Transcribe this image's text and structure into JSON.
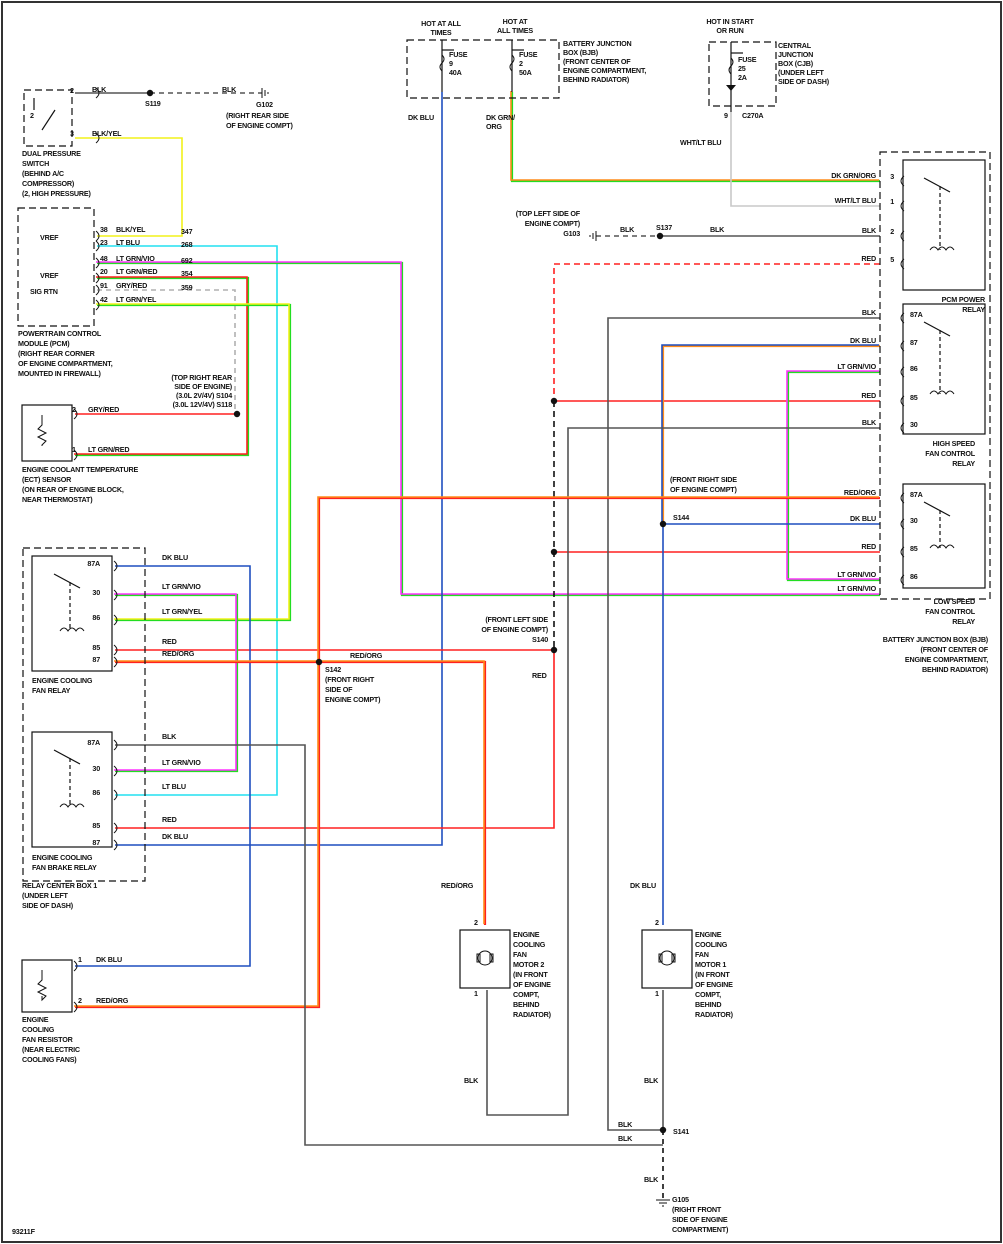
{
  "colors": {
    "BLK": "#555555",
    "DK_BLU": "#1f4fbf",
    "LT_BLU": "#22e0f0",
    "RED": "#ff2020",
    "ORG": "#ff8c1a",
    "YEL": "#f2f21a",
    "GRN": "#22dd22",
    "VIO": "#ff33ff",
    "GRY": "#b0b0b0",
    "WHT": "#c8c8c8"
  },
  "fuse_box_bjb": {
    "hot1": "HOT AT ALL TIMES",
    "hot2": "HOT AT ALL TIMES",
    "fuse1": [
      "FUSE",
      "9",
      "40A"
    ],
    "fuse2": [
      "FUSE",
      "2",
      "50A"
    ],
    "desc": [
      "BATTERY JUNCTION",
      "BOX (BJB)",
      "(FRONT CENTER OF",
      "ENGINE COMPARTMENT,",
      "BEHIND RADIATOR)"
    ],
    "wire1": "DK BLU",
    "wire2": [
      "DK GRN/",
      "ORG"
    ]
  },
  "fuse_box_cjb": {
    "hot": [
      "HOT IN START",
      "OR RUN"
    ],
    "fuse": [
      "FUSE",
      "25",
      "2A"
    ],
    "desc": [
      "CENTRAL",
      "JUNCTION",
      "BOX (CJB)",
      "(UNDER LEFT",
      "SIDE OF DASH)"
    ],
    "pin": "9",
    "connector": "C270A",
    "wire": "WHT/LT BLU"
  },
  "dual_pressure_switch": {
    "pins": [
      "2",
      "3"
    ],
    "inner": "2",
    "wires": [
      "BLK",
      "BLK/YEL"
    ],
    "splice": "S119",
    "ground": "G102",
    "ground_desc": [
      "(RIGHT REAR SIDE",
      "OF ENGINE COMPT)"
    ],
    "desc": [
      "DUAL PRESSURE",
      "SWITCH",
      "(BEHIND A/C",
      "COMPRESSOR)",
      "(2, HIGH PRESSURE)"
    ]
  },
  "pcm": {
    "labels": [
      "VREF",
      "VREF",
      "SIG RTN"
    ],
    "pins": [
      {
        "pin": "38",
        "wire": "BLK/YEL",
        "circuit": "347"
      },
      {
        "pin": "23",
        "wire": "LT BLU",
        "circuit": "268"
      },
      {
        "pin": "48",
        "wire": "LT GRN/VIO",
        "circuit": "692"
      },
      {
        "pin": "20",
        "wire": "LT GRN/RED",
        "circuit": "354"
      },
      {
        "pin": "91",
        "wire": "GRY/RED",
        "circuit": "359"
      },
      {
        "pin": "42",
        "wire": "LT GRN/YEL",
        "circuit": ""
      }
    ],
    "desc": [
      "POWERTRAIN CONTROL",
      "MODULE (PCM)",
      "(RIGHT REAR CORNER",
      "OF ENGINE COMPARTMENT,",
      "MOUNTED IN FIREWALL)"
    ]
  },
  "splice_s104": [
    "(TOP RIGHT REAR",
    "SIDE OF ENGINE)",
    "(3.0L 2V/4V) S104",
    "(3.0L 12V/4V) S118"
  ],
  "ect_sensor": {
    "pins": [
      {
        "pin": "2",
        "wire": "GRY/RED"
      },
      {
        "pin": "1",
        "wire": "LT GRN/RED"
      }
    ],
    "desc": [
      "ENGINE COOLANT TEMPERATURE",
      "(ECT) SENSOR",
      "(ON REAR OF ENGINE BLOCK,",
      "NEAR THERMOSTAT)"
    ]
  },
  "fan_relay": {
    "pins": [
      {
        "pin": "87A",
        "wire": "DK BLU"
      },
      {
        "pin": "30",
        "wire": "LT GRN/VIO"
      },
      {
        "pin": "86",
        "wire": "LT GRN/YEL"
      },
      {
        "pin": "85",
        "wire": "RED"
      },
      {
        "pin": "87",
        "wire": "RED/ORG"
      }
    ],
    "desc": [
      "ENGINE COOLING",
      "FAN RELAY"
    ]
  },
  "brake_relay": {
    "pins": [
      {
        "pin": "87A",
        "wire": "BLK"
      },
      {
        "pin": "30",
        "wire": "LT GRN/VIO"
      },
      {
        "pin": "86",
        "wire": "LT BLU"
      },
      {
        "pin": "85",
        "wire": "RED"
      },
      {
        "pin": "87",
        "wire": "DK BLU"
      }
    ],
    "desc": [
      "ENGINE COOLING",
      "FAN BRAKE RELAY"
    ]
  },
  "relay_center": [
    "RELAY CENTER BOX 1",
    "(UNDER LEFT",
    "SIDE OF DASH)"
  ],
  "fan_resistor": {
    "pins": [
      {
        "pin": "1",
        "wire": "DK BLU"
      },
      {
        "pin": "2",
        "wire": "RED/ORG"
      }
    ],
    "desc": [
      "ENGINE",
      "COOLING",
      "FAN RESISTOR",
      "(NEAR ELECTRIC",
      "COOLING FANS)"
    ]
  },
  "pcm_power_relay": {
    "pins": [
      {
        "pin": "3",
        "wire": "DK GRN/ORG"
      },
      {
        "pin": "1",
        "wire": "WHT/LT BLU"
      },
      {
        "pin": "2",
        "wire": "BLK"
      },
      {
        "pin": "5",
        "wire": "RED"
      }
    ],
    "desc": [
      "PCM POWER",
      "RELAY"
    ],
    "ground": "G103",
    "splice": "S137",
    "wire_a": "BLK",
    "wire_b": "BLK",
    "ground_desc": [
      "(TOP LEFT SIDE OF",
      "ENGINE COMPT)"
    ]
  },
  "high_speed_relay": {
    "pins": [
      {
        "pin": "87A",
        "wire": "BLK"
      },
      {
        "pin": "87",
        "wire": "DK BLU"
      },
      {
        "pin": "86",
        "wire": "LT GRN/VIO"
      },
      {
        "pin": "85",
        "wire": "RED"
      },
      {
        "pin": "30",
        "wire": "BLK"
      }
    ],
    "desc": [
      "HIGH SPEED",
      "FAN CONTROL",
      "RELAY"
    ]
  },
  "low_speed_relay": {
    "pins": [
      {
        "pin": "87A",
        "wire": "RED/ORG"
      },
      {
        "pin": "30",
        "wire": "DK BLU"
      },
      {
        "pin": "85",
        "wire": "RED"
      },
      {
        "pin": "86",
        "wire": "LT GRN/VIO"
      }
    ],
    "extra_wire": "LT GRN/VIO",
    "desc": [
      "LOW SPEED",
      "FAN CONTROL",
      "RELAY"
    ]
  },
  "bjb_right": [
    "BATTERY JUNCTION BOX (BJB)",
    "(FRONT CENTER OF",
    "ENGINE COMPARTMENT,",
    "BEHIND RADIATOR)"
  ],
  "splice_s144": {
    "desc": [
      "(FRONT RIGHT SIDE",
      "OF ENGINE COMPT)"
    ],
    "name": "S144"
  },
  "splice_s140": {
    "desc": [
      "(FRONT LEFT SIDE",
      "OF ENGINE COMPT)"
    ],
    "name": "S140",
    "wire": "RED"
  },
  "splice_s142": {
    "desc": [
      "S142",
      "(FRONT RIGHT",
      "SIDE OF",
      "ENGINE COMPT)"
    ],
    "wire": "RED/ORG"
  },
  "motor2": {
    "pins": [
      "2",
      "1"
    ],
    "wire_in": "RED/ORG",
    "wire_out": "BLK",
    "desc": [
      "ENGINE",
      "COOLING",
      "FAN",
      "MOTOR 2",
      "(IN FRONT",
      "OF ENGINE",
      "COMPT,",
      "BEHIND",
      "RADIATOR)"
    ]
  },
  "motor1": {
    "pins": [
      "2",
      "1"
    ],
    "wire_in": "DK BLU",
    "wire_out": "BLK",
    "desc": [
      "ENGINE",
      "COOLING",
      "FAN",
      "MOTOR 1",
      "(IN FRONT",
      "OF ENGINE",
      "COMPT,",
      "BEHIND",
      "RADIATOR)"
    ]
  },
  "ground_bottom": {
    "splice": "S141",
    "wires": [
      "BLK",
      "BLK",
      "BLK"
    ],
    "ground": "G105",
    "desc": [
      "(RIGHT FRONT",
      "SIDE OF ENGINE",
      "COMPARTMENT)"
    ]
  },
  "figure_id": "93211F"
}
